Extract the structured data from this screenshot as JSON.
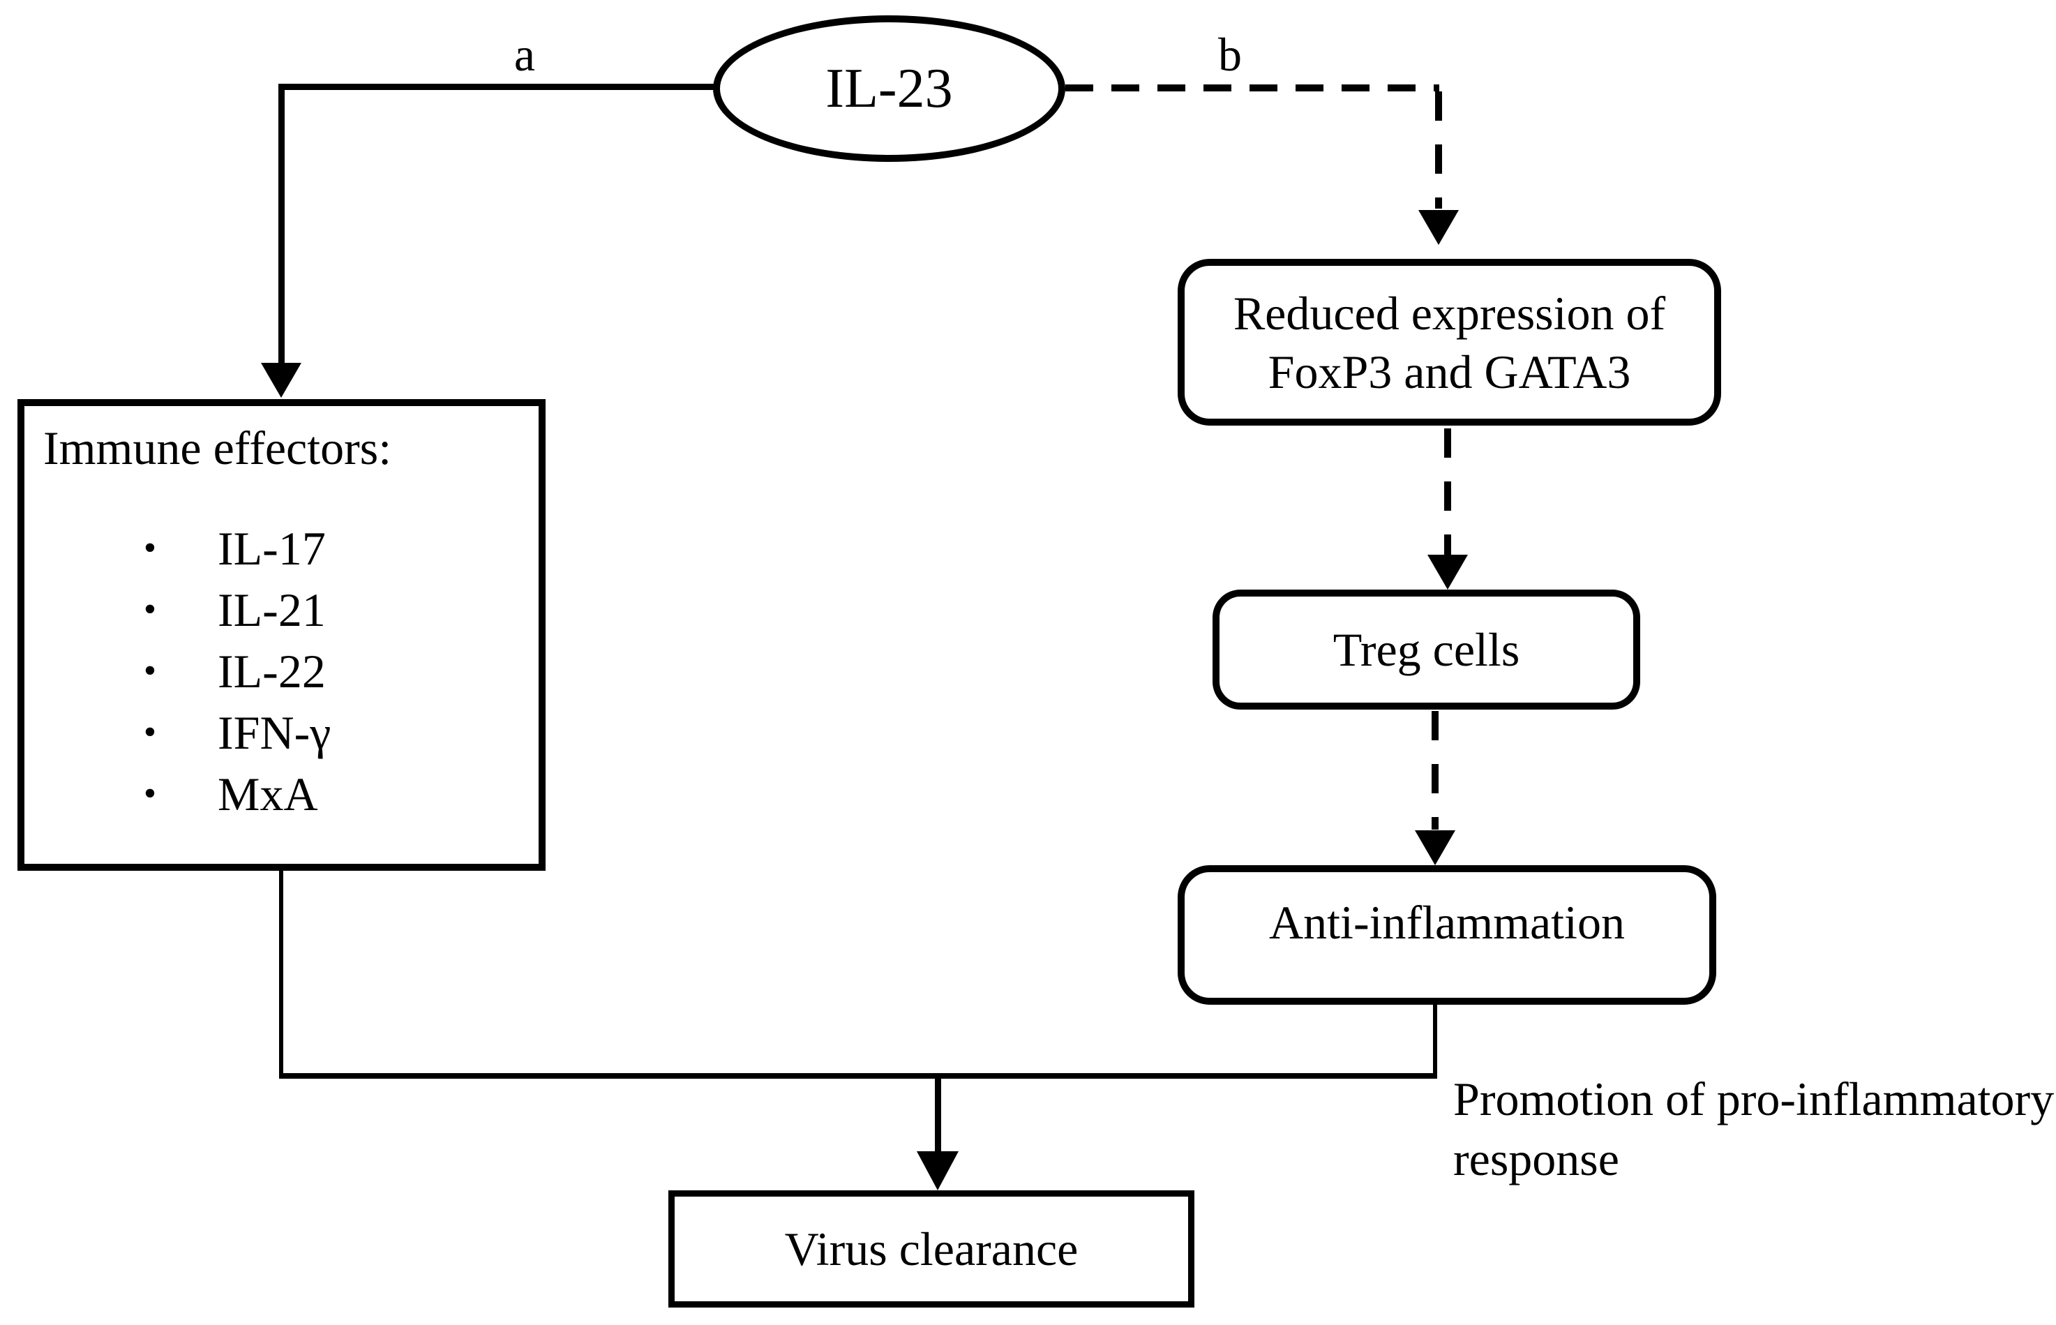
{
  "page": {
    "background_color": "#ffffff",
    "ink_color": "#000000"
  },
  "nodes": {
    "il23": {
      "label": "IL-23"
    },
    "immune": {
      "title": "Immune effectors:",
      "bullet_glyph": "•",
      "items": [
        "IL-17",
        "IL-21",
        "IL-22",
        "IFN-γ",
        "MxA"
      ]
    },
    "reduced": {
      "line1": "Reduced expression of",
      "line2": "FoxP3 and GATA3"
    },
    "treg": {
      "label": "Treg cells"
    },
    "anti": {
      "label": "Anti-inflammation"
    },
    "virus": {
      "label": "Virus clearance"
    }
  },
  "labels": {
    "edge_a": "a",
    "edge_b": "b",
    "promotion_line1": "Promotion of pro-inflammatory",
    "promotion_line2": "response"
  }
}
